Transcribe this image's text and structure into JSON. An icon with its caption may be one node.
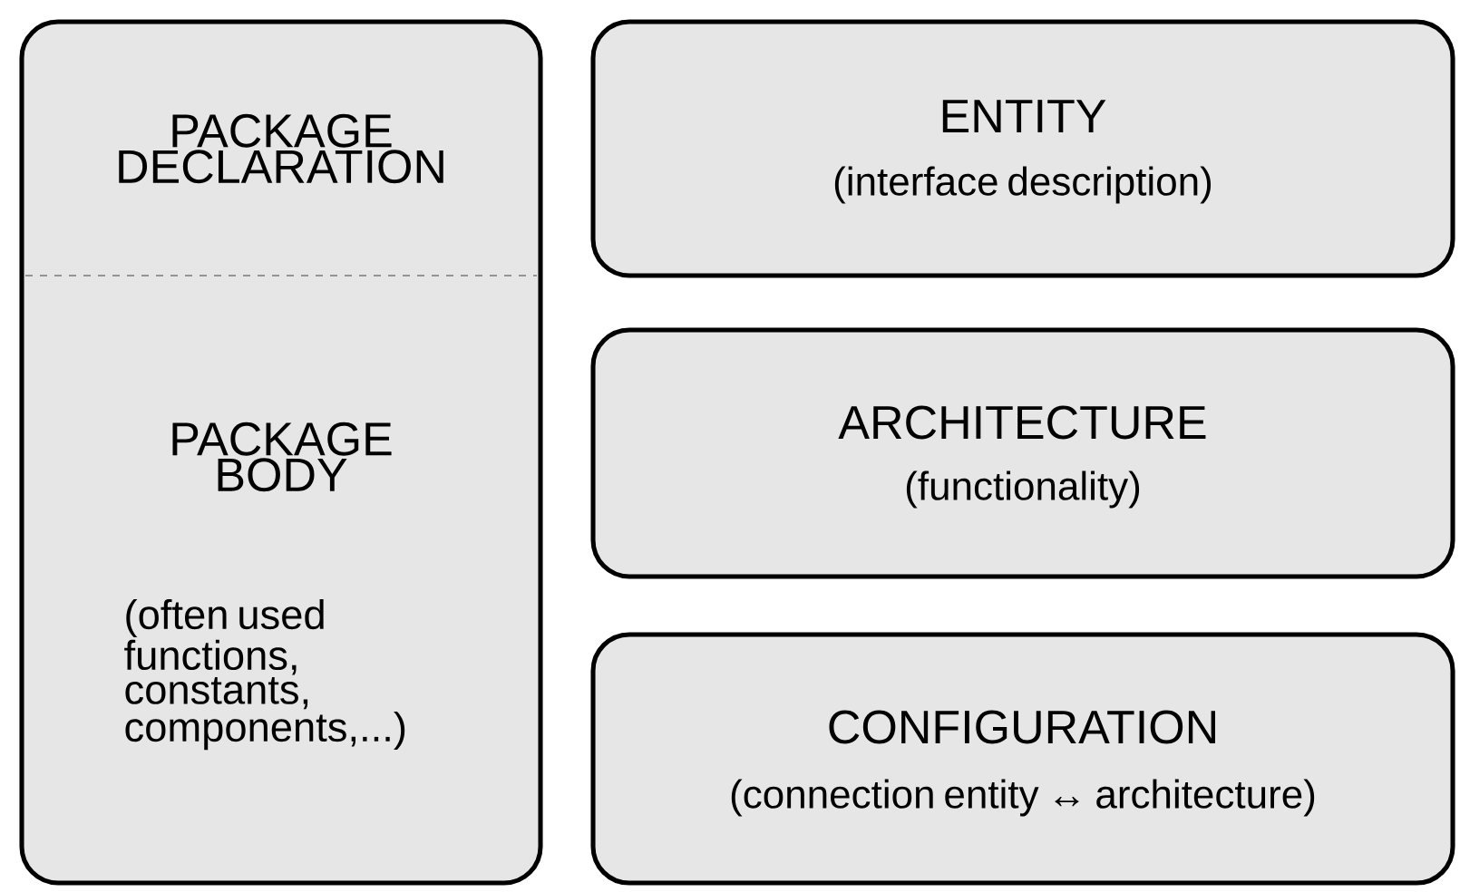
{
  "diagram": {
    "nodes": [
      {
        "text": [
          "PACKAGE DECLARATION",
          "PACKAGE BODY",
          "(often used functions, constants, components,...)"
        ]
      },
      {
        "text": [
          "ENTITY",
          "(interface description)"
        ]
      },
      {
        "text": [
          "ARCHITECTURE",
          "(functionality)"
        ]
      },
      {
        "text": [
          "CONFIGURATION",
          "(connection entity ↔ architecture)"
        ]
      }
    ]
  }
}
